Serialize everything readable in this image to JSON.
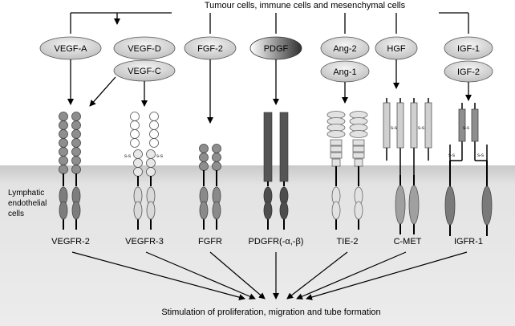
{
  "top_source": "Tumour cells, immune cells and mesenchymal cells",
  "cell_label": [
    "Lymphatic",
    "endothelial",
    "cells"
  ],
  "ligands": {
    "vegf_a": "VEGF-A",
    "vegf_d": "VEGF-D",
    "vegf_c": "VEGF-C",
    "fgf_2": "FGF-2",
    "pdgf": "PDGF",
    "ang_2": "Ang-2",
    "ang_1": "Ang-1",
    "hgf": "HGF",
    "igf_1": "IGF-1",
    "igf_2": "IGF-2"
  },
  "receptors": {
    "vegfr2": "VEGFR-2",
    "vegfr3": "VEGFR-3",
    "fgfr": "FGFR",
    "pdgfr": "PDGFR(-α,-β)",
    "tie2": "TIE-2",
    "cmet": "C-MET",
    "igfr1": "IGFR-1"
  },
  "disulfide_label": "s-s",
  "outcome": "Stimulation of proliferation, migration and tube formation",
  "colors": {
    "membrane": "#dcdcdc",
    "grey_domain": "#8e8e8e",
    "light_domain": "#e6e6e6",
    "dark_kinase": "#505050",
    "pdgf_bar": "#555555",
    "ligand_fill": "#d6d6d6"
  }
}
